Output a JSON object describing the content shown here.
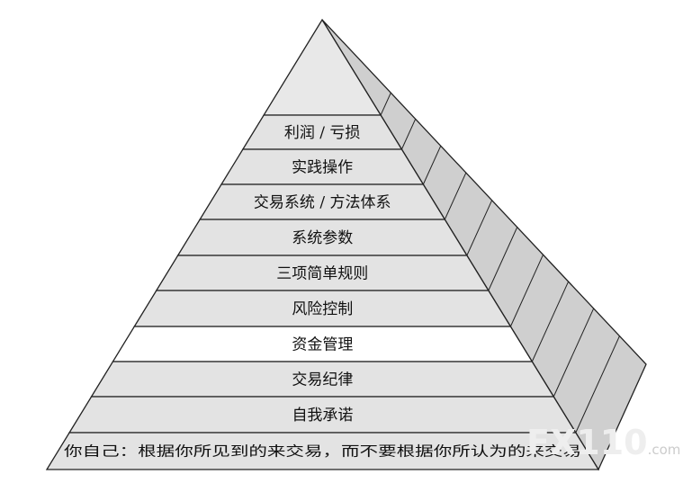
{
  "pyramid": {
    "levels": [
      {
        "label": "利润 / 亏损",
        "highlight": false
      },
      {
        "label": "实践操作",
        "highlight": false
      },
      {
        "label": "交易系统 / 方法体系",
        "highlight": false
      },
      {
        "label": "系统参数",
        "highlight": false
      },
      {
        "label": "三项简单规则",
        "highlight": false
      },
      {
        "label": "风险控制",
        "highlight": false
      },
      {
        "label": "资金管理",
        "highlight": true
      },
      {
        "label": "交易纪律",
        "highlight": false
      },
      {
        "label": "自我承诺",
        "highlight": false
      }
    ],
    "base": {
      "label": "你自己：根据你所见到的来交易，而不要根据你所认为的来交易"
    }
  },
  "watermark": {
    "main": "FX110",
    "dot": ".com"
  },
  "colors": {
    "band_fill": "#e3e3e3",
    "highlight_fill": "#ffffff",
    "side_fill": "#cfcfcf",
    "apex_fill": "#e8e8e8",
    "stroke": "#222222"
  }
}
